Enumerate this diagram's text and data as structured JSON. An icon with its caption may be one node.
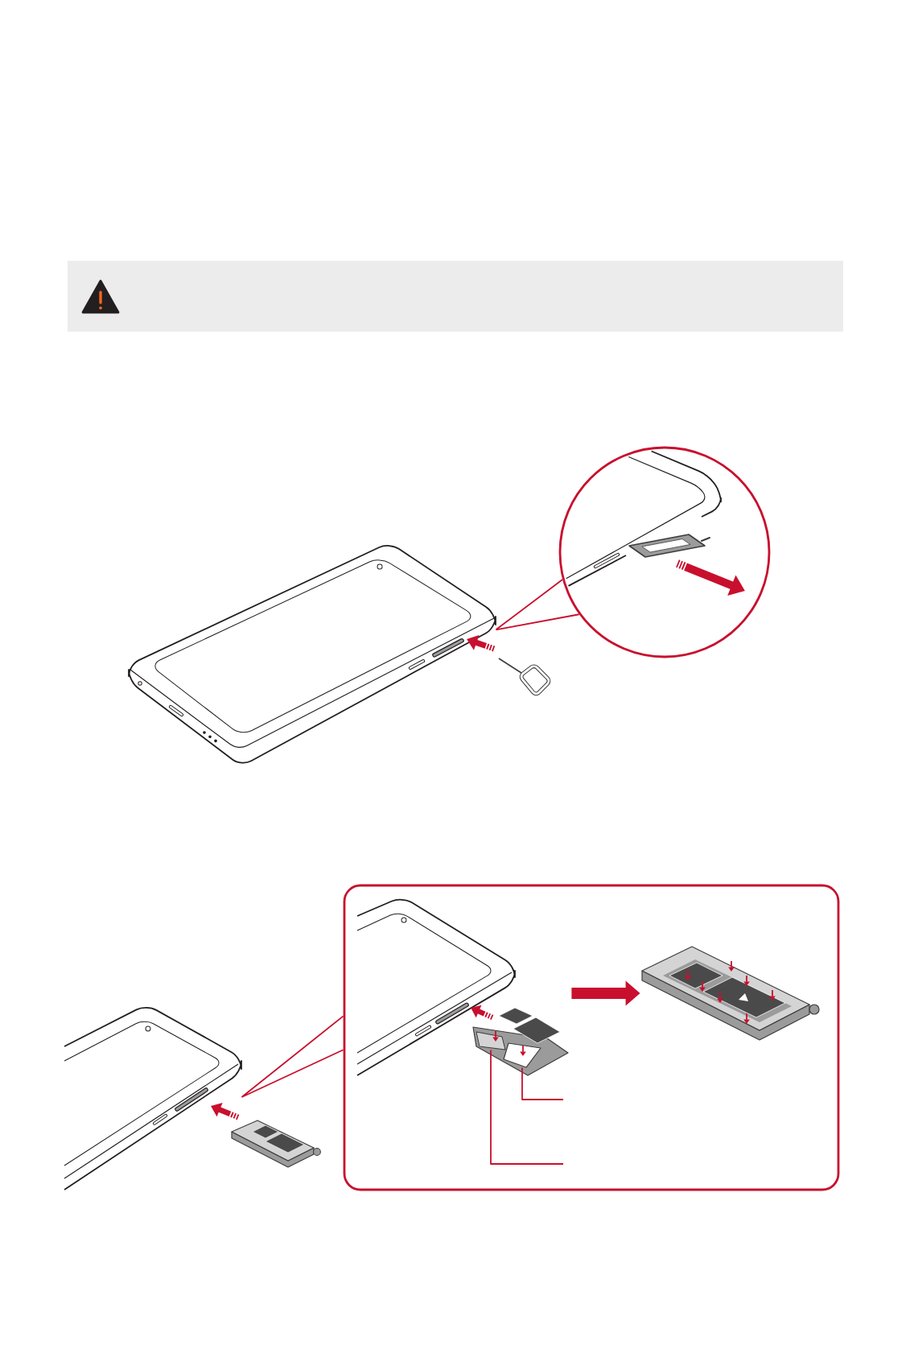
{
  "diagram": {
    "nodes": [
      {
        "text": [],
        "shape": "picture"
      },
      {
        "text": [],
        "shape": "circle"
      },
      {
        "text": [],
        "shape": "picture"
      },
      {
        "text": [],
        "shape": "box"
      },
      {
        "text": [],
        "shape": "picture",
        "in": 3
      },
      {
        "text": [],
        "shape": "picture",
        "in": 4
      },
      {
        "text": [],
        "shape": "picture",
        "in": 4
      },
      {
        "text": [],
        "shape": "picture",
        "in": 3
      }
    ],
    "edges": [
      {
        "from": 0,
        "to": 1,
        "arrow": "none"
      },
      {
        "from": 2,
        "to": 3,
        "arrow": "none"
      },
      {
        "from": 4,
        "to": 7,
        "arrow": "to",
        "style": "thick"
      },
      {
        "from": null,
        "to": 6,
        "arrow": "none"
      },
      {
        "from": null,
        "to": 5,
        "arrow": "none"
      }
    ]
  }
}
